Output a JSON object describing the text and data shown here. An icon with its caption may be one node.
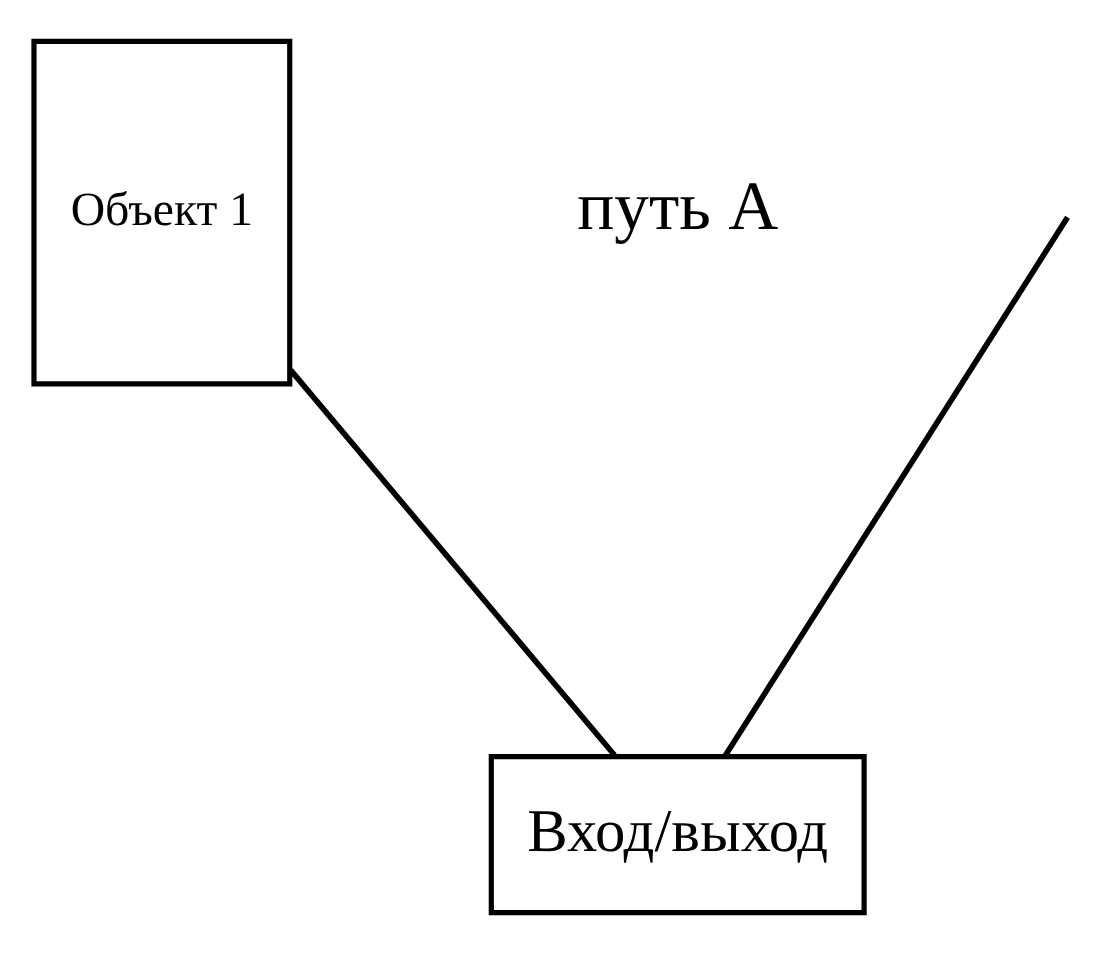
{
  "diagram": {
    "nodes": [
      {
        "text": [
          "Объект 1"
        ]
      },
      {
        "text": [
          "Вход/выход"
        ]
      }
    ],
    "edges": [
      {
        "from": 0,
        "to": 1,
        "arrow": "none"
      },
      {
        "from": null,
        "to": 1,
        "arrow": "none"
      }
    ],
    "labels": [
      "путь А"
    ]
  }
}
